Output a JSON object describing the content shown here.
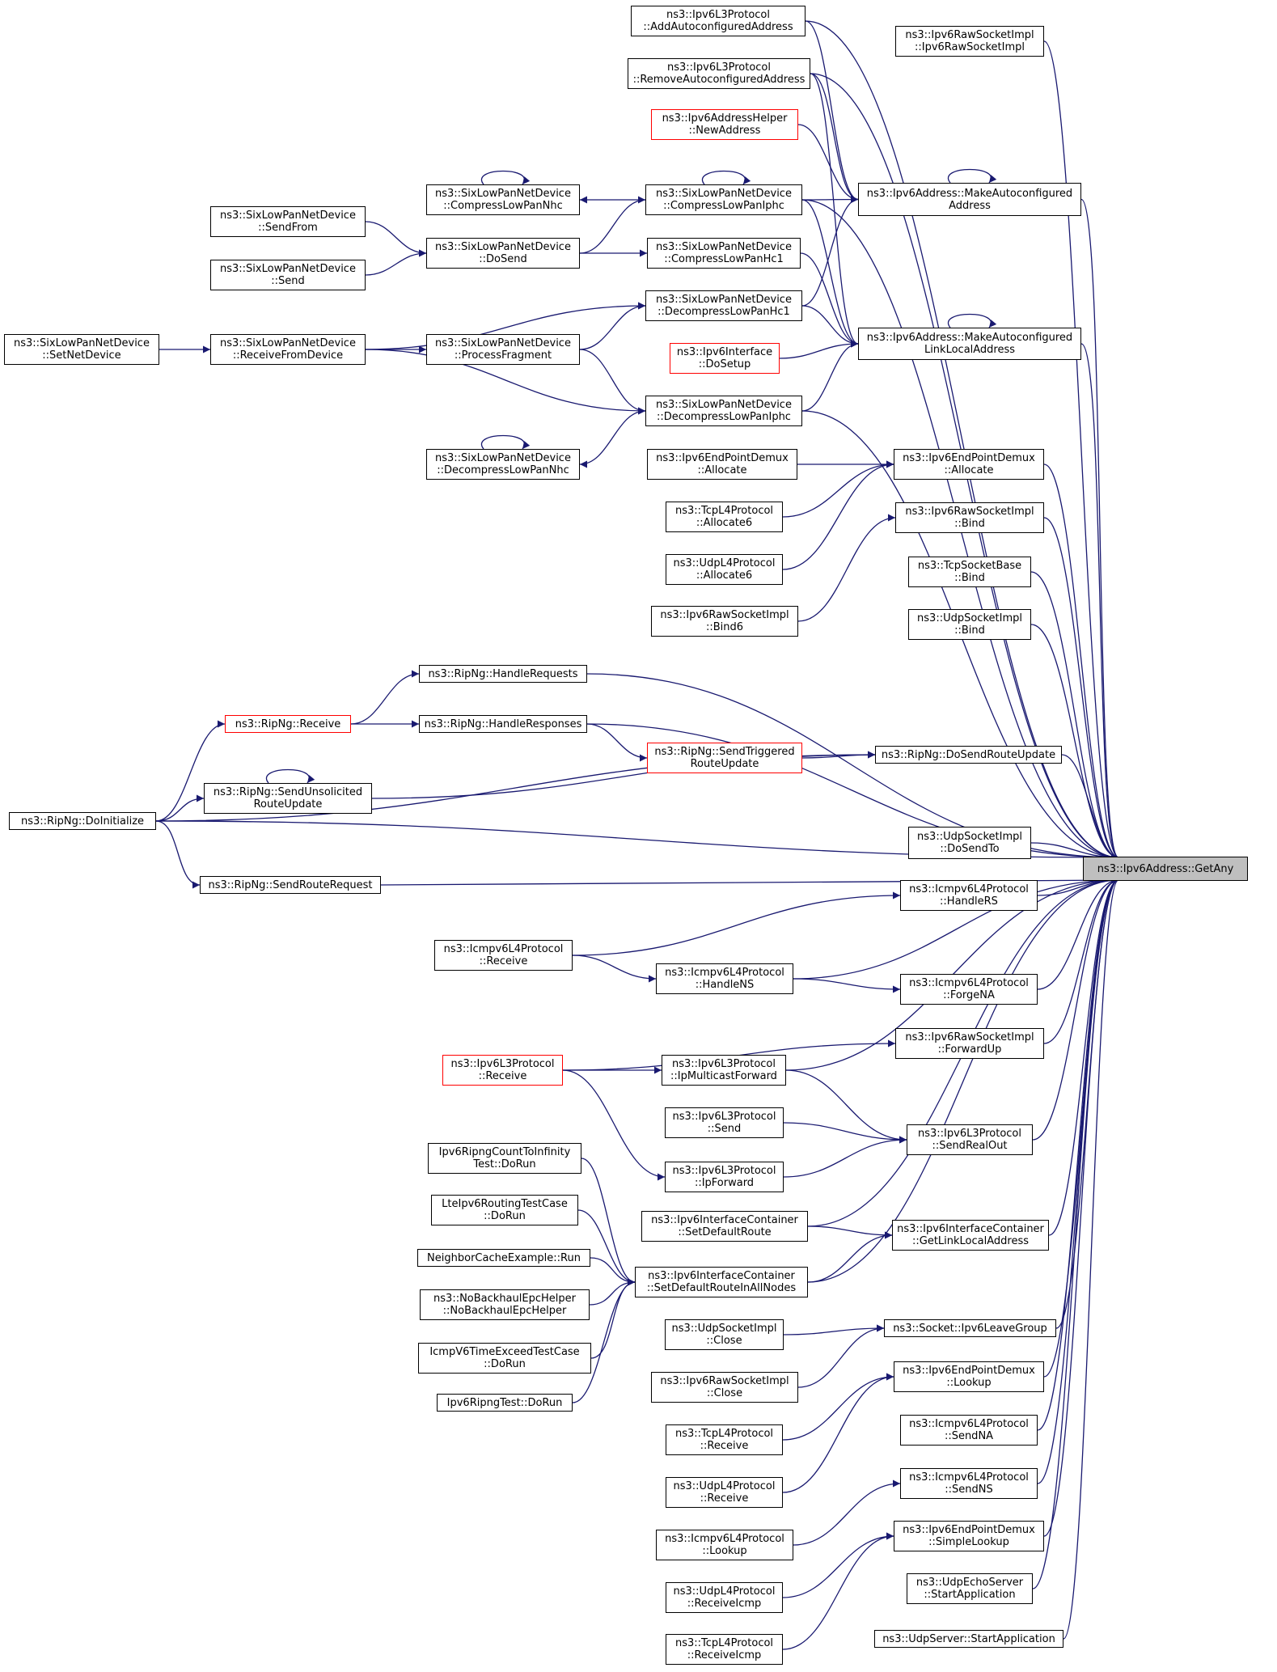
{
  "diagram": {
    "colors": {
      "edge": "#191970",
      "box_border": "#000000",
      "red_border": "#ff0000",
      "current_fill": "#bfbfbf"
    },
    "nodes": [
      {
        "id": "getany",
        "lines": [
          "ns3::Ipv6Address::GetAny"
        ],
        "style": "current"
      },
      {
        "id": "addautoconf",
        "lines": [
          "ns3::Ipv6L3Protocol",
          "::AddAutoconfiguredAddress"
        ]
      },
      {
        "id": "rawsock_ctor",
        "lines": [
          "ns3::Ipv6RawSocketImpl",
          "::Ipv6RawSocketImpl"
        ]
      },
      {
        "id": "removeautoconf",
        "lines": [
          "ns3::Ipv6L3Protocol",
          "::RemoveAutoconfiguredAddress"
        ]
      },
      {
        "id": "newaddress",
        "lines": [
          "ns3::Ipv6AddressHelper",
          "::NewAddress"
        ],
        "style": "red"
      },
      {
        "id": "compressnhc",
        "lines": [
          "ns3::SixLowPanNetDevice",
          "::CompressLowPanNhc"
        ]
      },
      {
        "id": "compressiphc",
        "lines": [
          "ns3::SixLowPanNetDevice",
          "::CompressLowPanIphc"
        ]
      },
      {
        "id": "makeautoaddr",
        "lines": [
          "ns3::Ipv6Address::MakeAutoconfigured",
          "Address"
        ]
      },
      {
        "id": "sendfrom",
        "lines": [
          "ns3::SixLowPanNetDevice",
          "::SendFrom"
        ]
      },
      {
        "id": "dosend",
        "lines": [
          "ns3::SixLowPanNetDevice",
          "::DoSend"
        ]
      },
      {
        "id": "compresshc1",
        "lines": [
          "ns3::SixLowPanNetDevice",
          "::CompressLowPanHc1"
        ]
      },
      {
        "id": "send6lp",
        "lines": [
          "ns3::SixLowPanNetDevice",
          "::Send"
        ]
      },
      {
        "id": "decompresshc1",
        "lines": [
          "ns3::SixLowPanNetDevice",
          "::DecompressLowPanHc1"
        ]
      },
      {
        "id": "setnetdevice",
        "lines": [
          "ns3::SixLowPanNetDevice",
          "::SetNetDevice"
        ]
      },
      {
        "id": "receivefromdevice",
        "lines": [
          "ns3::SixLowPanNetDevice",
          "::ReceiveFromDevice"
        ]
      },
      {
        "id": "processfragment",
        "lines": [
          "ns3::SixLowPanNetDevice",
          "::ProcessFragment"
        ]
      },
      {
        "id": "makeautolinklocal",
        "lines": [
          "ns3::Ipv6Address::MakeAutoconfigured",
          "LinkLocalAddress"
        ]
      },
      {
        "id": "ifacedosetup",
        "lines": [
          "ns3::Ipv6Interface",
          "::DoSetup"
        ],
        "style": "red"
      },
      {
        "id": "decompressiphc",
        "lines": [
          "ns3::SixLowPanNetDevice",
          "::DecompressLowPanIphc"
        ]
      },
      {
        "id": "decompressnhc",
        "lines": [
          "ns3::SixLowPanNetDevice",
          "::DecompressLowPanNhc"
        ]
      },
      {
        "id": "epdemux_alloc1",
        "lines": [
          "ns3::Ipv6EndPointDemux",
          "::Allocate"
        ]
      },
      {
        "id": "epdemux_alloc2",
        "lines": [
          "ns3::Ipv6EndPointDemux",
          "::Allocate"
        ]
      },
      {
        "id": "tcp_allocate6",
        "lines": [
          "ns3::TcpL4Protocol",
          "::Allocate6"
        ]
      },
      {
        "id": "rawsock_bind",
        "lines": [
          "ns3::Ipv6RawSocketImpl",
          "::Bind"
        ]
      },
      {
        "id": "udp_allocate6",
        "lines": [
          "ns3::UdpL4Protocol",
          "::Allocate6"
        ]
      },
      {
        "id": "tcpsock_bind",
        "lines": [
          "ns3::TcpSocketBase",
          "::Bind"
        ]
      },
      {
        "id": "rawsock_bind6",
        "lines": [
          "ns3::Ipv6RawSocketImpl",
          "::Bind6"
        ]
      },
      {
        "id": "udpsock_bind",
        "lines": [
          "ns3::UdpSocketImpl",
          "::Bind"
        ]
      },
      {
        "id": "handlerequests",
        "lines": [
          "ns3::RipNg::HandleRequests"
        ]
      },
      {
        "id": "ripng_receive",
        "lines": [
          "ns3::RipNg::Receive"
        ],
        "style": "red"
      },
      {
        "id": "handleresponses",
        "lines": [
          "ns3::RipNg::HandleResponses"
        ]
      },
      {
        "id": "sendtriggered",
        "lines": [
          "ns3::RipNg::SendTriggered",
          "RouteUpdate"
        ],
        "style": "red"
      },
      {
        "id": "dosendrouteupdate",
        "lines": [
          "ns3::RipNg::DoSendRouteUpdate"
        ]
      },
      {
        "id": "sendunsolicited",
        "lines": [
          "ns3::RipNg::SendUnsolicited",
          "RouteUpdate"
        ]
      },
      {
        "id": "ripng_doinit",
        "lines": [
          "ns3::RipNg::DoInitialize"
        ]
      },
      {
        "id": "udpsock_dosendto",
        "lines": [
          "ns3::UdpSocketImpl",
          "::DoSendTo"
        ]
      },
      {
        "id": "sendrouterequest",
        "lines": [
          "ns3::RipNg::SendRouteRequest"
        ]
      },
      {
        "id": "handlers",
        "lines": [
          "ns3::Icmpv6L4Protocol",
          "::HandleRS"
        ]
      },
      {
        "id": "icmp_receive",
        "lines": [
          "ns3::Icmpv6L4Protocol",
          "::Receive"
        ]
      },
      {
        "id": "handlens",
        "lines": [
          "ns3::Icmpv6L4Protocol",
          "::HandleNS"
        ]
      },
      {
        "id": "forgena",
        "lines": [
          "ns3::Icmpv6L4Protocol",
          "::ForgeNA"
        ]
      },
      {
        "id": "rawsock_forwardup",
        "lines": [
          "ns3::Ipv6RawSocketImpl",
          "::ForwardUp"
        ]
      },
      {
        "id": "l3_receive",
        "lines": [
          "ns3::Ipv6L3Protocol",
          "::Receive"
        ],
        "style": "red"
      },
      {
        "id": "ipmulticastforward",
        "lines": [
          "ns3::Ipv6L3Protocol",
          "::IpMulticastForward"
        ]
      },
      {
        "id": "l3_send",
        "lines": [
          "ns3::Ipv6L3Protocol",
          "::Send"
        ]
      },
      {
        "id": "sendrealout",
        "lines": [
          "ns3::Ipv6L3Protocol",
          "::SendRealOut"
        ]
      },
      {
        "id": "ripngcounttest",
        "lines": [
          "Ipv6RipngCountToInfinity",
          "Test::DoRun"
        ]
      },
      {
        "id": "ipforward",
        "lines": [
          "ns3::Ipv6L3Protocol",
          "::IpForward"
        ]
      },
      {
        "id": "lteipv6test",
        "lines": [
          "LteIpv6RoutingTestCase",
          "::DoRun"
        ]
      },
      {
        "id": "setdefaultroute",
        "lines": [
          "ns3::Ipv6InterfaceContainer",
          "::SetDefaultRoute"
        ]
      },
      {
        "id": "getlinklocal",
        "lines": [
          "ns3::Ipv6InterfaceContainer",
          "::GetLinkLocalAddress"
        ]
      },
      {
        "id": "neighborcache",
        "lines": [
          "NeighborCacheExample::Run"
        ]
      },
      {
        "id": "setdefaultall",
        "lines": [
          "ns3::Ipv6InterfaceContainer",
          "::SetDefaultRouteInAllNodes"
        ]
      },
      {
        "id": "nobackhaul",
        "lines": [
          "ns3::NoBackhaulEpcHelper",
          "::NoBackhaulEpcHelper"
        ]
      },
      {
        "id": "udpsock_close",
        "lines": [
          "ns3::UdpSocketImpl",
          "::Close"
        ]
      },
      {
        "id": "leavegroup",
        "lines": [
          "ns3::Socket::Ipv6LeaveGroup"
        ]
      },
      {
        "id": "icmptimeexceed",
        "lines": [
          "IcmpV6TimeExceedTestCase",
          "::DoRun"
        ]
      },
      {
        "id": "rawsock_close",
        "lines": [
          "ns3::Ipv6RawSocketImpl",
          "::Close"
        ]
      },
      {
        "id": "epdemux_lookup",
        "lines": [
          "ns3::Ipv6EndPointDemux",
          "::Lookup"
        ]
      },
      {
        "id": "ripngtest",
        "lines": [
          "Ipv6RipngTest::DoRun"
        ]
      },
      {
        "id": "tcp_receive",
        "lines": [
          "ns3::TcpL4Protocol",
          "::Receive"
        ]
      },
      {
        "id": "sendna",
        "lines": [
          "ns3::Icmpv6L4Protocol",
          "::SendNA"
        ]
      },
      {
        "id": "udp_receive",
        "lines": [
          "ns3::UdpL4Protocol",
          "::Receive"
        ]
      },
      {
        "id": "sendns",
        "lines": [
          "ns3::Icmpv6L4Protocol",
          "::SendNS"
        ]
      },
      {
        "id": "icmp_lookup",
        "lines": [
          "ns3::Icmpv6L4Protocol",
          "::Lookup"
        ]
      },
      {
        "id": "simplelookup",
        "lines": [
          "ns3::Ipv6EndPointDemux",
          "::SimpleLookup"
        ]
      },
      {
        "id": "udp_receiveicmp",
        "lines": [
          "ns3::UdpL4Protocol",
          "::ReceiveIcmp"
        ]
      },
      {
        "id": "udpecho_start",
        "lines": [
          "ns3::UdpEchoServer",
          "::StartApplication"
        ]
      },
      {
        "id": "tcp_receiveicmp",
        "lines": [
          "ns3::TcpL4Protocol",
          "::ReceiveIcmp"
        ]
      },
      {
        "id": "udpserver_start",
        "lines": [
          "ns3::UdpServer::StartApplication"
        ]
      }
    ],
    "edges": [
      {
        "from": "addautoconf",
        "to": "getany"
      },
      {
        "from": "rawsock_ctor",
        "to": "getany"
      },
      {
        "from": "removeautoconf",
        "to": "getany"
      },
      {
        "from": "makeautoaddr",
        "to": "getany"
      },
      {
        "from": "compressiphc",
        "to": "getany"
      },
      {
        "from": "makeautolinklocal",
        "to": "getany"
      },
      {
        "from": "decompressiphc",
        "to": "getany"
      },
      {
        "from": "epdemux_alloc1",
        "to": "getany"
      },
      {
        "from": "rawsock_bind",
        "to": "getany"
      },
      {
        "from": "tcpsock_bind",
        "to": "getany"
      },
      {
        "from": "udpsock_bind",
        "to": "getany"
      },
      {
        "from": "handlerequests",
        "to": "getany"
      },
      {
        "from": "handleresponses",
        "to": "getany"
      },
      {
        "from": "dosendrouteupdate",
        "to": "getany"
      },
      {
        "from": "ripng_doinit",
        "to": "getany"
      },
      {
        "from": "udpsock_dosendto",
        "to": "getany"
      },
      {
        "from": "sendrouterequest",
        "to": "getany"
      },
      {
        "from": "handlers",
        "to": "getany"
      },
      {
        "from": "handlens",
        "to": "getany"
      },
      {
        "from": "forgena",
        "to": "getany"
      },
      {
        "from": "rawsock_forwardup",
        "to": "getany"
      },
      {
        "from": "ipmulticastforward",
        "to": "getany"
      },
      {
        "from": "sendrealout",
        "to": "getany"
      },
      {
        "from": "setdefaultroute",
        "to": "getany"
      },
      {
        "from": "getlinklocal",
        "to": "getany"
      },
      {
        "from": "setdefaultall",
        "to": "getany"
      },
      {
        "from": "leavegroup",
        "to": "getany"
      },
      {
        "from": "epdemux_lookup",
        "to": "getany"
      },
      {
        "from": "sendna",
        "to": "getany"
      },
      {
        "from": "sendns",
        "to": "getany"
      },
      {
        "from": "simplelookup",
        "to": "getany"
      },
      {
        "from": "udpecho_start",
        "to": "getany"
      },
      {
        "from": "udpserver_start",
        "to": "getany"
      },
      {
        "from": "addautoconf",
        "to": "makeautoaddr"
      },
      {
        "from": "removeautoconf",
        "to": "makeautoaddr"
      },
      {
        "from": "newaddress",
        "to": "makeautoaddr"
      },
      {
        "from": "compressiphc",
        "to": "makeautoaddr"
      },
      {
        "from": "decompresshc1",
        "to": "makeautoaddr"
      },
      {
        "from": "makeautoaddr",
        "to": "makeautoaddr"
      },
      {
        "from": "compressiphc",
        "to": "compressnhc"
      },
      {
        "from": "compressnhc",
        "to": "compressnhc"
      },
      {
        "from": "compressiphc",
        "to": "compressiphc"
      },
      {
        "from": "dosend",
        "to": "compressiphc"
      },
      {
        "from": "dosend",
        "to": "compresshc1"
      },
      {
        "from": "sendfrom",
        "to": "dosend"
      },
      {
        "from": "send6lp",
        "to": "dosend"
      },
      {
        "from": "setnetdevice",
        "to": "receivefromdevice"
      },
      {
        "from": "receivefromdevice",
        "to": "decompresshc1"
      },
      {
        "from": "receivefromdevice",
        "to": "processfragment"
      },
      {
        "from": "receivefromdevice",
        "to": "decompressiphc"
      },
      {
        "from": "processfragment",
        "to": "decompresshc1"
      },
      {
        "from": "processfragment",
        "to": "decompressiphc"
      },
      {
        "from": "removeautoconf",
        "to": "makeautolinklocal"
      },
      {
        "from": "compressiphc",
        "to": "makeautolinklocal"
      },
      {
        "from": "compresshc1",
        "to": "makeautolinklocal"
      },
      {
        "from": "decompresshc1",
        "to": "makeautolinklocal"
      },
      {
        "from": "ifacedosetup",
        "to": "makeautolinklocal"
      },
      {
        "from": "decompressiphc",
        "to": "makeautolinklocal"
      },
      {
        "from": "makeautolinklocal",
        "to": "makeautolinklocal"
      },
      {
        "from": "decompressiphc",
        "to": "decompressnhc"
      },
      {
        "from": "decompressnhc",
        "to": "decompressnhc"
      },
      {
        "from": "epdemux_alloc2",
        "to": "epdemux_alloc1"
      },
      {
        "from": "tcp_allocate6",
        "to": "epdemux_alloc1"
      },
      {
        "from": "udp_allocate6",
        "to": "epdemux_alloc1"
      },
      {
        "from": "rawsock_bind6",
        "to": "rawsock_bind"
      },
      {
        "from": "ripng_receive",
        "to": "handlerequests"
      },
      {
        "from": "ripng_receive",
        "to": "handleresponses"
      },
      {
        "from": "handleresponses",
        "to": "sendtriggered"
      },
      {
        "from": "sendtriggered",
        "to": "dosendrouteupdate"
      },
      {
        "from": "sendunsolicited",
        "to": "dosendrouteupdate"
      },
      {
        "from": "ripng_doinit",
        "to": "dosendrouteupdate"
      },
      {
        "from": "ripng_doinit",
        "to": "ripng_receive"
      },
      {
        "from": "ripng_doinit",
        "to": "sendunsolicited"
      },
      {
        "from": "sendunsolicited",
        "to": "sendunsolicited"
      },
      {
        "from": "ripng_doinit",
        "to": "sendrouterequest"
      },
      {
        "from": "icmp_receive",
        "to": "handlers"
      },
      {
        "from": "icmp_receive",
        "to": "handlens"
      },
      {
        "from": "handlens",
        "to": "forgena"
      },
      {
        "from": "l3_receive",
        "to": "rawsock_forwardup"
      },
      {
        "from": "l3_receive",
        "to": "ipmulticastforward"
      },
      {
        "from": "l3_receive",
        "to": "ipforward"
      },
      {
        "from": "ipmulticastforward",
        "to": "sendrealout"
      },
      {
        "from": "l3_send",
        "to": "sendrealout"
      },
      {
        "from": "ipforward",
        "to": "sendrealout"
      },
      {
        "from": "setdefaultroute",
        "to": "getlinklocal"
      },
      {
        "from": "setdefaultall",
        "to": "getlinklocal"
      },
      {
        "from": "ripngcounttest",
        "to": "setdefaultall"
      },
      {
        "from": "lteipv6test",
        "to": "setdefaultall"
      },
      {
        "from": "neighborcache",
        "to": "setdefaultall"
      },
      {
        "from": "nobackhaul",
        "to": "setdefaultall"
      },
      {
        "from": "icmptimeexceed",
        "to": "setdefaultall"
      },
      {
        "from": "ripngtest",
        "to": "setdefaultall"
      },
      {
        "from": "udpsock_close",
        "to": "leavegroup"
      },
      {
        "from": "rawsock_close",
        "to": "leavegroup"
      },
      {
        "from": "tcp_receive",
        "to": "epdemux_lookup"
      },
      {
        "from": "udp_receive",
        "to": "epdemux_lookup"
      },
      {
        "from": "icmp_lookup",
        "to": "sendns"
      },
      {
        "from": "udp_receiveicmp",
        "to": "simplelookup"
      },
      {
        "from": "tcp_receiveicmp",
        "to": "simplelookup"
      }
    ]
  }
}
